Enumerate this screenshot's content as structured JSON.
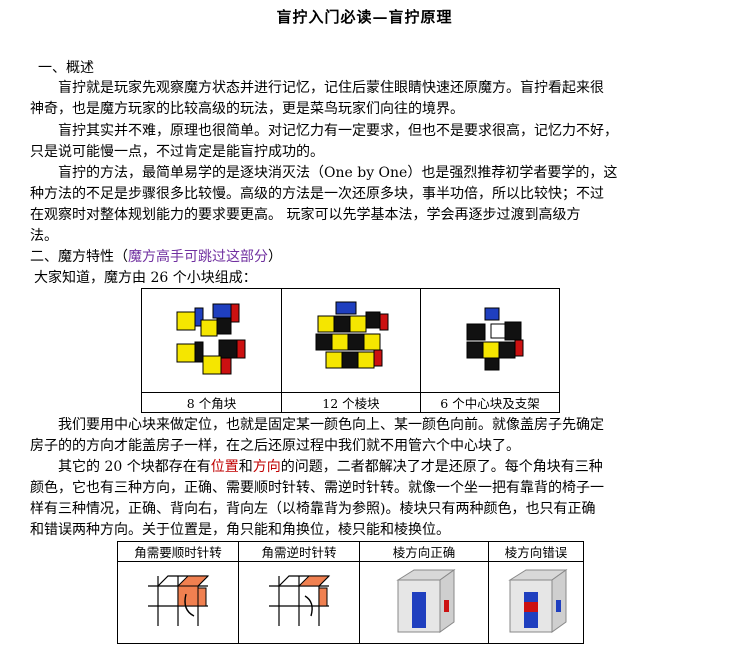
{
  "title": "盲拧入门必读—盲拧原理",
  "sec1": {
    "heading": "一、概述",
    "p1a": "盲拧就是玩家先观察魔方状态并进行记忆，记住后蒙住眼睛快速还原魔方。盲拧看起来很",
    "p1b": "神奇，也是魔方玩家的比较高级的玩法，更是菜鸟玩家们向往的境界。",
    "p2a": "盲拧其实并不难，原理也很简单。对记忆力有一定要求，但也不是要求很高，记忆力不好，",
    "p2b": "只是说可能慢一点，不过肯定是能盲拧成功的。",
    "p3a": "盲拧的方法，最简单易学的是逐块消灭法（One by One）也是强烈推荐初学者要学的，这",
    "p3b": "种方法的不足是步骤很多比较慢。高级的方法是一次还原多块，事半功倍，所以比较快；不过",
    "p3c": "在观察时对整体规划能力的要求要更高。 玩家可以先学基本法，学会再逐步过渡到高级方",
    "p3d": "法。"
  },
  "sec2": {
    "heading": "二、魔方特性（",
    "heading_note": "魔方高手可跳过这部分",
    "heading_end": "）",
    "intro": "大家知道，魔方由 26 个小块组成：",
    "captions": [
      "8 个角块",
      "12 个棱块",
      "6 个中心块及支架"
    ],
    "p4a": "我们要用中心块来做定位，也就是固定某一颜色向上、某一颜色向前。就像盖房子先确定",
    "p4b": "房子的的方向才能盖房子一样，在之后还原过程中我们就不用管六个中心块了。",
    "p5a_1": "其它的 20 个块都存在有",
    "p5a_pos": "位置",
    "p5a_and": "和",
    "p5a_dir": "方向",
    "p5a_2": "的问题，二者都解决了才是还原了。每个角块有三种",
    "p5b": "颜色，它也有三种方向，正确、需要顺时针转、需逆时针转。就像一个坐一把有靠背的椅子一",
    "p5c": "样有三种情况，正确、背向右，背向左（以椅靠背为参照)。棱块只有两种颜色，也只有正确",
    "p5d": "和错误两种方向。关于位置是，角只能和角换位，棱只能和棱换位。",
    "table2_headers": [
      "角需要顺时针转",
      "角需逆时针转",
      "棱方向正确",
      "棱方向错误"
    ]
  },
  "colors": {
    "red": "#c00000",
    "purple": "#7030a0",
    "cube_yellow": "#f5e600",
    "cube_blue": "#1f3fbf",
    "cube_red": "#cc1111",
    "orange": "#f08050"
  }
}
